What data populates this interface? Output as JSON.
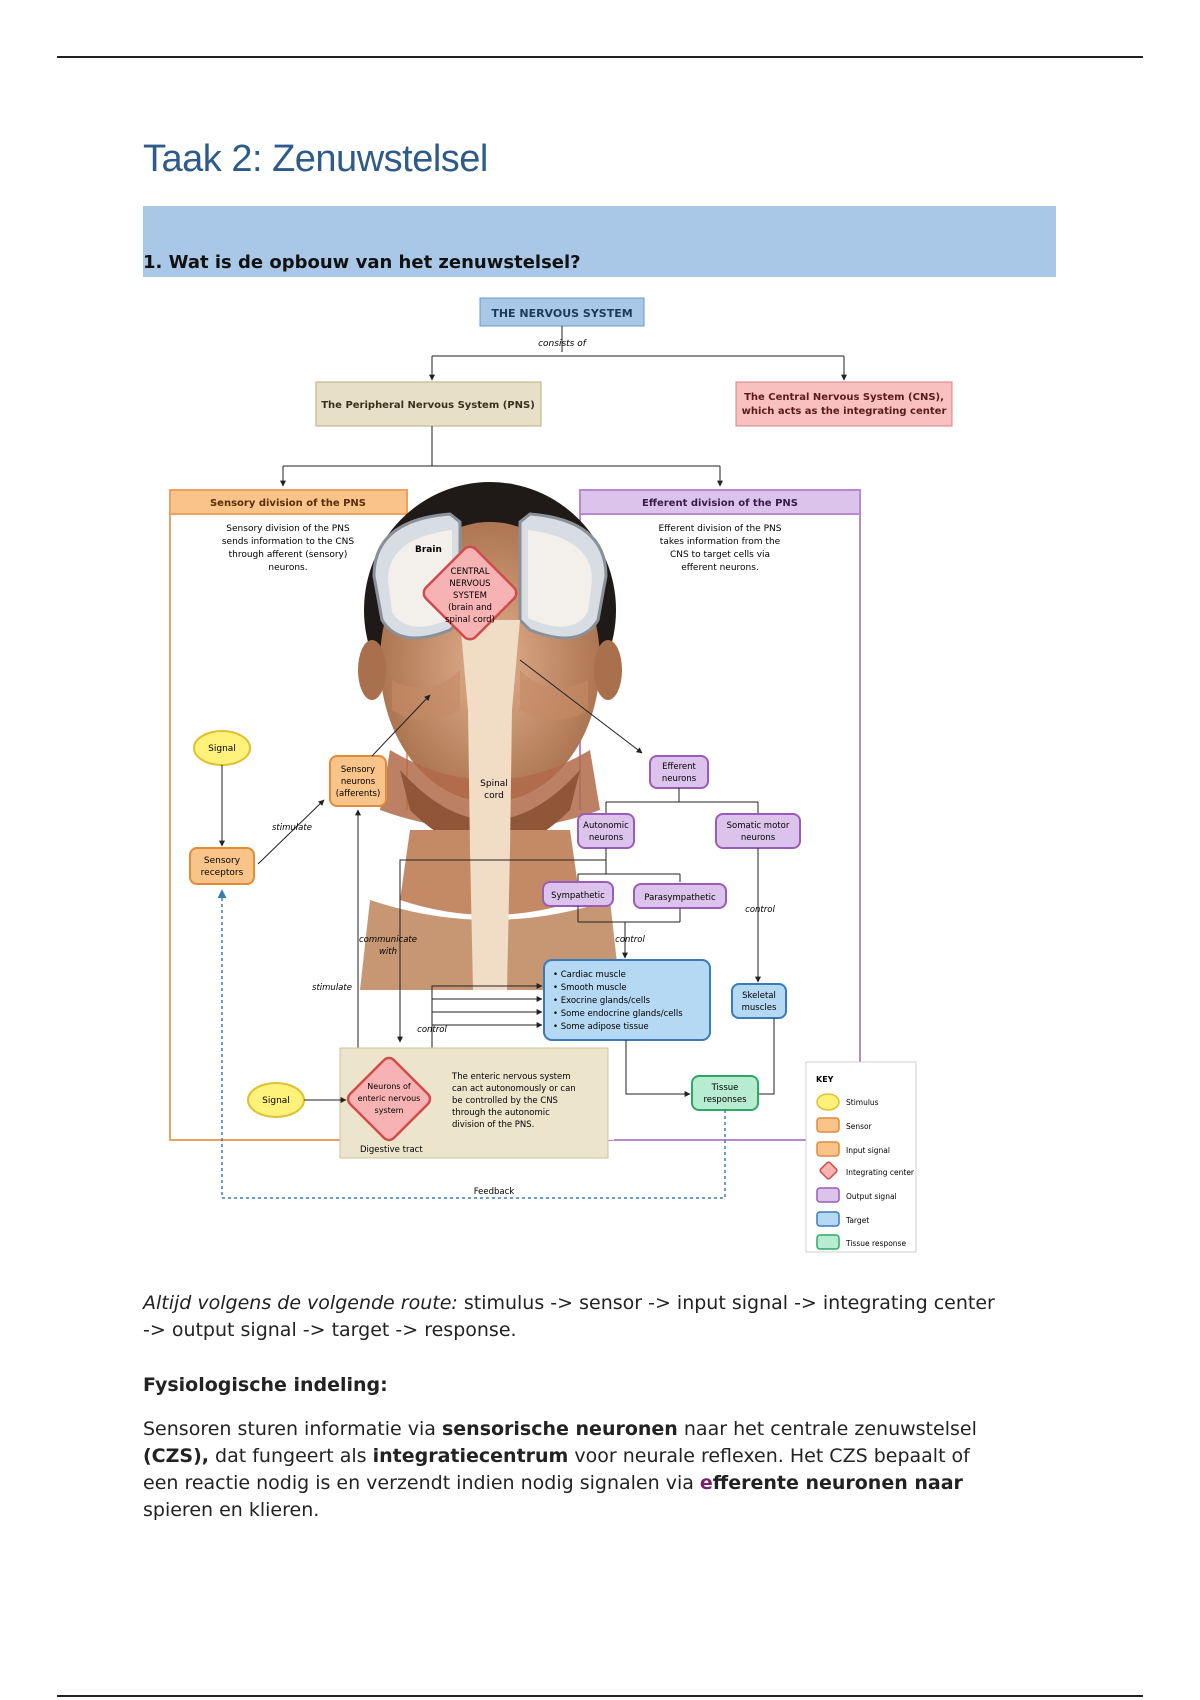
{
  "doc": {
    "title": "Taak 2: Zenuwstelsel",
    "question": "1. Wat is de opbouw van het zenuwstelsel?"
  },
  "diagram": {
    "nervous_system": "THE NERVOUS SYSTEM",
    "consists_of": "consists of",
    "pns": "The Peripheral Nervous System (PNS)",
    "cns_line1": "The Central Nervous System (CNS),",
    "cns_line2": "which acts as the integrating center",
    "sensory_header": "Sensory division of the PNS",
    "sensory_desc": [
      "Sensory division of the PNS",
      "sends information to the CNS",
      "through afferent (sensory)",
      "neurons."
    ],
    "efferent_header": "Efferent division of the PNS",
    "efferent_desc": [
      "Efferent division of the PNS",
      "takes information from the",
      "CNS to target cells via",
      "efferent neurons."
    ],
    "brain": "Brain",
    "cns_diamond": [
      "CENTRAL",
      "NERVOUS",
      "SYSTEM",
      "(brain and",
      "spinal cord)"
    ],
    "spinal_cord": [
      "Spinal",
      "cord"
    ],
    "signal": "Signal",
    "sensory_receptors": [
      "Sensory",
      "receptors"
    ],
    "sensory_neurons": [
      "Sensory",
      "neurons",
      "(afferents)"
    ],
    "stimulate": "stimulate",
    "efferent_neurons": [
      "Efferent",
      "neurons"
    ],
    "autonomic_neurons": [
      "Autonomic",
      "neurons"
    ],
    "somatic_motor_neurons": [
      "Somatic motor",
      "neurons"
    ],
    "sympathetic": "Sympathetic",
    "parasympathetic": "Parasympathetic",
    "control": "control",
    "communicate_with": [
      "communicate",
      "with"
    ],
    "targets": [
      "• Cardiac muscle",
      "• Smooth muscle",
      "• Exocrine glands/cells",
      "• Some endocrine glands/cells",
      "• Some adipose tissue"
    ],
    "skeletal_muscles": [
      "Skeletal",
      "muscles"
    ],
    "enteric_diamond": [
      "Neurons of",
      "enteric nervous",
      "system"
    ],
    "enteric_desc": [
      "The enteric nervous system",
      "can act autonomously or can",
      "be controlled by the CNS",
      "through the autonomic",
      "division of the PNS."
    ],
    "digestive_tract": "Digestive tract",
    "tissue_responses": [
      "Tissue",
      "responses"
    ],
    "feedback": "Feedback",
    "key_title": "KEY",
    "key_items": [
      "Stimulus",
      "Sensor",
      "Input signal",
      "Integrating center",
      "Output signal",
      "Target",
      "Tissue response"
    ],
    "colors": {
      "stimulus": "#fff27a",
      "sensor": "#f8c48a",
      "input": "#f8c48a",
      "integrating": "#f7b3b3",
      "output": "#dcc3ec",
      "target": "#b5d8f3",
      "response": "#b8ecd0",
      "pns_box": "#e8e0c6",
      "cns_box": "#f9c0c0"
    }
  },
  "text": {
    "route_italic": "Altijd volgens de volgende route:",
    "route_rest": " stimulus -> sensor -> input signal -> integrating center",
    "route_line2": "-> output signal -> target -> response.",
    "fys_heading": "Fysiologische indeling:",
    "p_a": "Sensoren sturen informatie via ",
    "p_b": "sensorische neuronen",
    "p_c": " naar het centrale zenuwstelsel",
    "p_d": "(CZS),",
    "p_e": " dat fungeert als ",
    "p_f": "integratiecentrum",
    "p_g": " voor neurale reflexen. Het CZS bepaalt of",
    "p_h": "een reactie nodig is en verzendt indien nodig signalen via ",
    "p_i": "e",
    "p_j": "fferente neuronen naar",
    "p_k": "spieren en klieren."
  }
}
